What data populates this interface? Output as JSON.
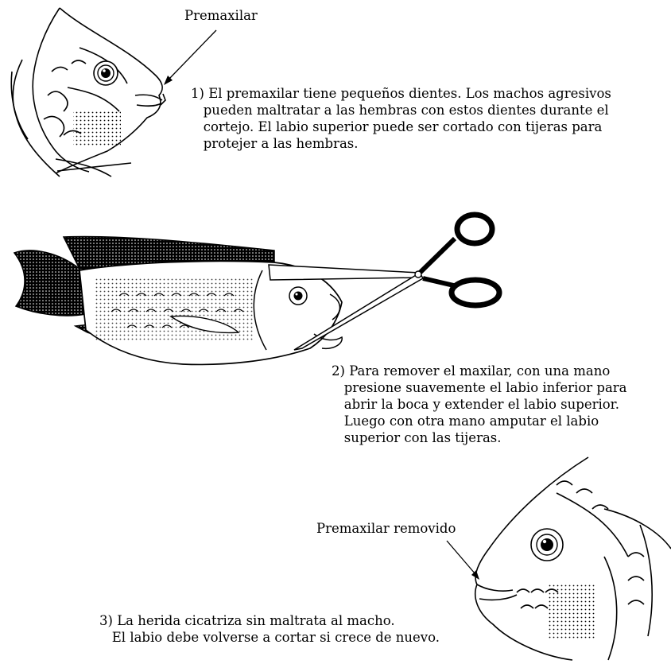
{
  "labels": {
    "premaxilar": "Premaxilar",
    "premaxilar_removido": "Premaxilar removido"
  },
  "steps": [
    {
      "number": "1)",
      "lines": [
        "El premaxilar tiene pequeños dientes. Los machos agresivos",
        "pueden maltratar a las hembras con estos dientes durante el",
        "cortejo. El labio superior puede ser cortado con tijeras para",
        "protejer a las hembras."
      ]
    },
    {
      "number": "2)",
      "lines": [
        "Para remover el maxilar, con una mano",
        "presione suavemente el labio inferior para",
        "abrir la boca y extender el labio superior.",
        "Luego con otra mano amputar el labio",
        "superior con las tijeras."
      ]
    },
    {
      "number": "3)",
      "lines": [
        "La herida cicatriza sin maltrata al macho.",
        "El labio debe volverse a cortar si crece de nuevo."
      ]
    }
  ]
}
